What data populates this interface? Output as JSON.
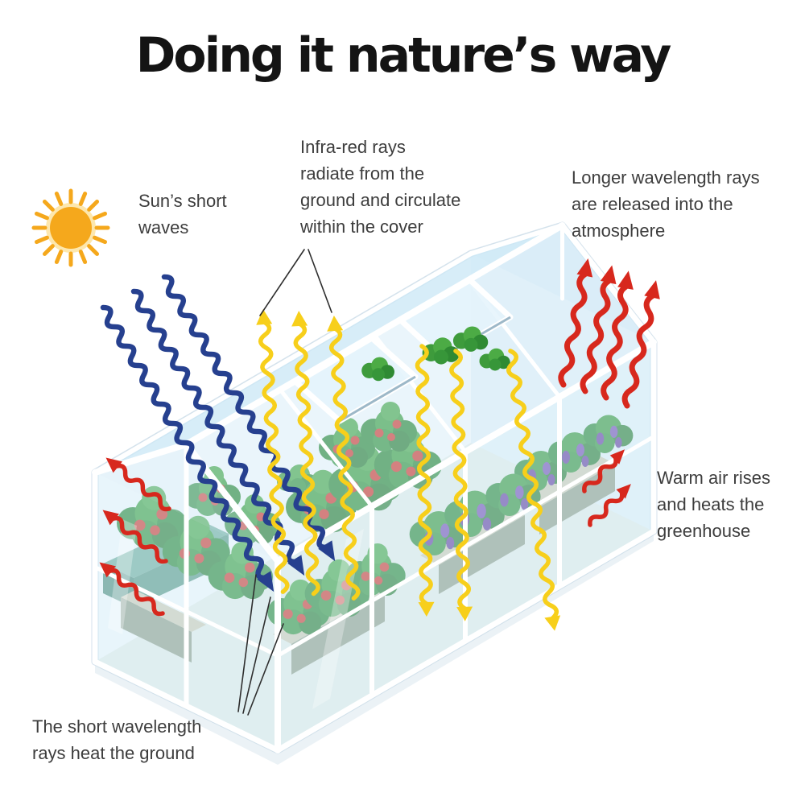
{
  "title": "Doing it nature’s way",
  "labels": {
    "sun_short_waves": {
      "lines": [
        "Sun’s short",
        "waves"
      ]
    },
    "infra_red": {
      "lines": [
        "Infra-red rays",
        "radiate from the",
        "ground and circulate",
        "within the cover"
      ]
    },
    "longer_wavelength": {
      "lines": [
        "Longer wavelength rays",
        "are released into the",
        "atmosphere"
      ]
    },
    "warm_air": {
      "lines": [
        "Warm air rises",
        "and heats the",
        "greenhouse"
      ]
    },
    "short_wavelength_ground": {
      "lines": [
        "The short wavelength",
        "rays heat the ground"
      ]
    }
  },
  "colors": {
    "title_text": "#141414",
    "label_text": "#3d3d3d",
    "sun": "#F5A81C",
    "short_waves": "#26408F",
    "infrared": "#F7CF1B",
    "released": "#D7281D",
    "glass": "#CDE8F6",
    "frame": "#FFFFFF",
    "foliage": "#3E9B3C",
    "tomato": "#D8382B",
    "eggplant": "#6B3FA0"
  }
}
